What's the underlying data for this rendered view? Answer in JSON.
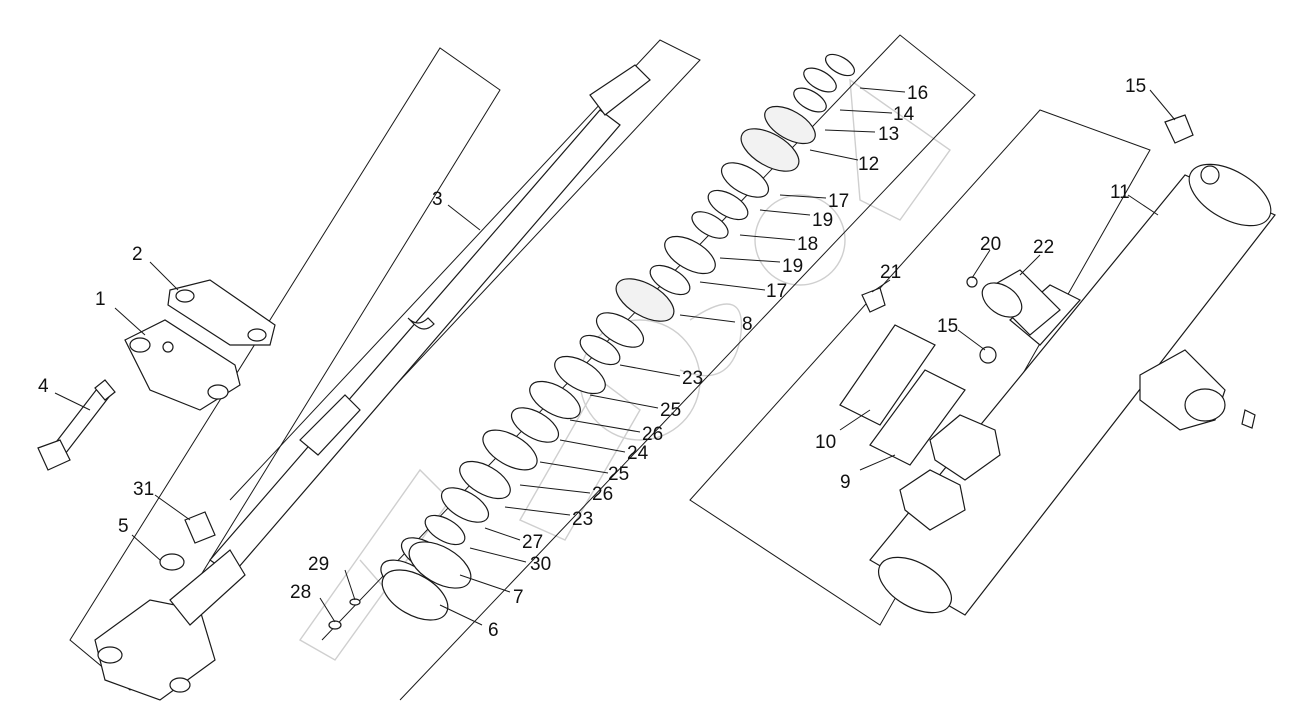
{
  "labels": {
    "p1": "1",
    "p2": "2",
    "p3": "3",
    "p4": "4",
    "p5": "5",
    "p6": "6",
    "p7": "7",
    "p8": "8",
    "p9": "9",
    "p10": "10",
    "p11": "11",
    "p12": "12",
    "p13": "13",
    "p14": "14",
    "p15a": "15",
    "p15b": "15",
    "p16": "16",
    "p17a": "17",
    "p17b": "17",
    "p18": "18",
    "p19a": "19",
    "p19b": "19",
    "p20": "20",
    "p21": "21",
    "p22": "22",
    "p23a": "23",
    "p23b": "23",
    "p24": "24",
    "p25a": "25",
    "p25b": "25",
    "p26a": "26",
    "p26b": "26",
    "p27": "27",
    "p28": "28",
    "p29": "29",
    "p30": "30",
    "p31": "31"
  }
}
